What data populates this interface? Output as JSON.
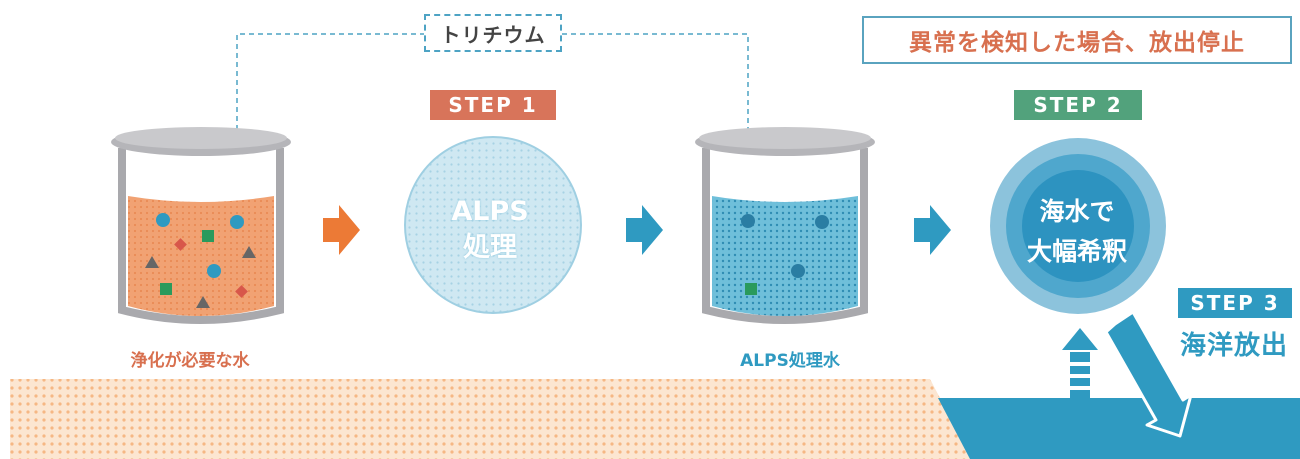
{
  "tritium_label": "トリチウム",
  "alert_text": "異常を検知した場合、放出停止",
  "step1": {
    "label": "STEP 1",
    "process_line1": "ALPS",
    "process_line2": "処理"
  },
  "step2": {
    "label": "STEP 2",
    "text_line1": "海水で",
    "text_line2": "大幅希釈"
  },
  "step3": {
    "label": "STEP 3",
    "text": "海洋放出"
  },
  "tank1_caption": "浄化が必要な水",
  "tank2_caption": "ALPS処理水",
  "colors": {
    "orange": "#e8935f",
    "teal": "#2f9ac1",
    "light_blue": "#bfe1ee",
    "step1_bg": "#d8745a",
    "step2_bg": "#52a27c",
    "alert_red": "#d8704f",
    "sand": "#f7c9a0",
    "sea": "#2f9ac1"
  }
}
